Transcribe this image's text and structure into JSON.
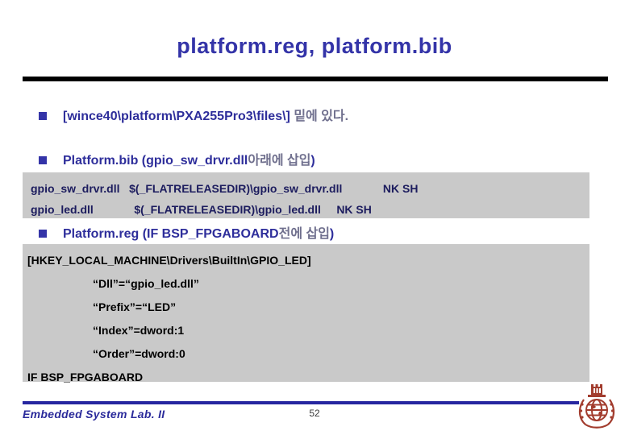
{
  "slide": {
    "title": "platform.reg, platform.bib",
    "footer_lab": "Embedded System Lab. II",
    "page_number": "52"
  },
  "bullets": [
    {
      "main": "[wince40\\platform\\PXA255Pro3\\files\\]",
      "korean": " 밑에 있다.",
      "close": ""
    },
    {
      "main": "Platform.bib (gpio_sw_drvr.dll",
      "korean": "아래에 삽입",
      "close": ")"
    },
    {
      "main": "Platform.reg (IF BSP_FPGABOARD",
      "korean": "전에 삽입",
      "close": ")"
    }
  ],
  "bib_block": {
    "rows": [
      "gpio_sw_drvr.dll   $(_FLATRELEASEDIR)\\gpio_sw_drvr.dll             NK SH",
      "gpio_led.dll             $(_FLATRELEASEDIR)\\gpio_led.dll     NK SH"
    ]
  },
  "reg_block": {
    "lines": [
      "[HKEY_LOCAL_MACHINE\\Drivers\\BuiltIn\\GPIO_LED]",
      "“Dll”=“gpio_led.dll”",
      "“Prefix”=“LED”",
      "“Index”=dword:1",
      "“Order”=dword:0",
      "IF BSP_FPGABOARD"
    ]
  },
  "colors": {
    "title_navy": "#3434a8",
    "bullet_navy": "#2e2e9b",
    "korean_gray": "#70708e",
    "code_bg": "#c9c9c9",
    "bib_text_navy": "#1c1c5e",
    "reg_text_black": "#000000",
    "footer_rule_navy": "#2626a0",
    "logo_brick": "#a23c2e"
  },
  "icons": {
    "bullet_square": "square-bullet",
    "logo": "university-emblem"
  }
}
